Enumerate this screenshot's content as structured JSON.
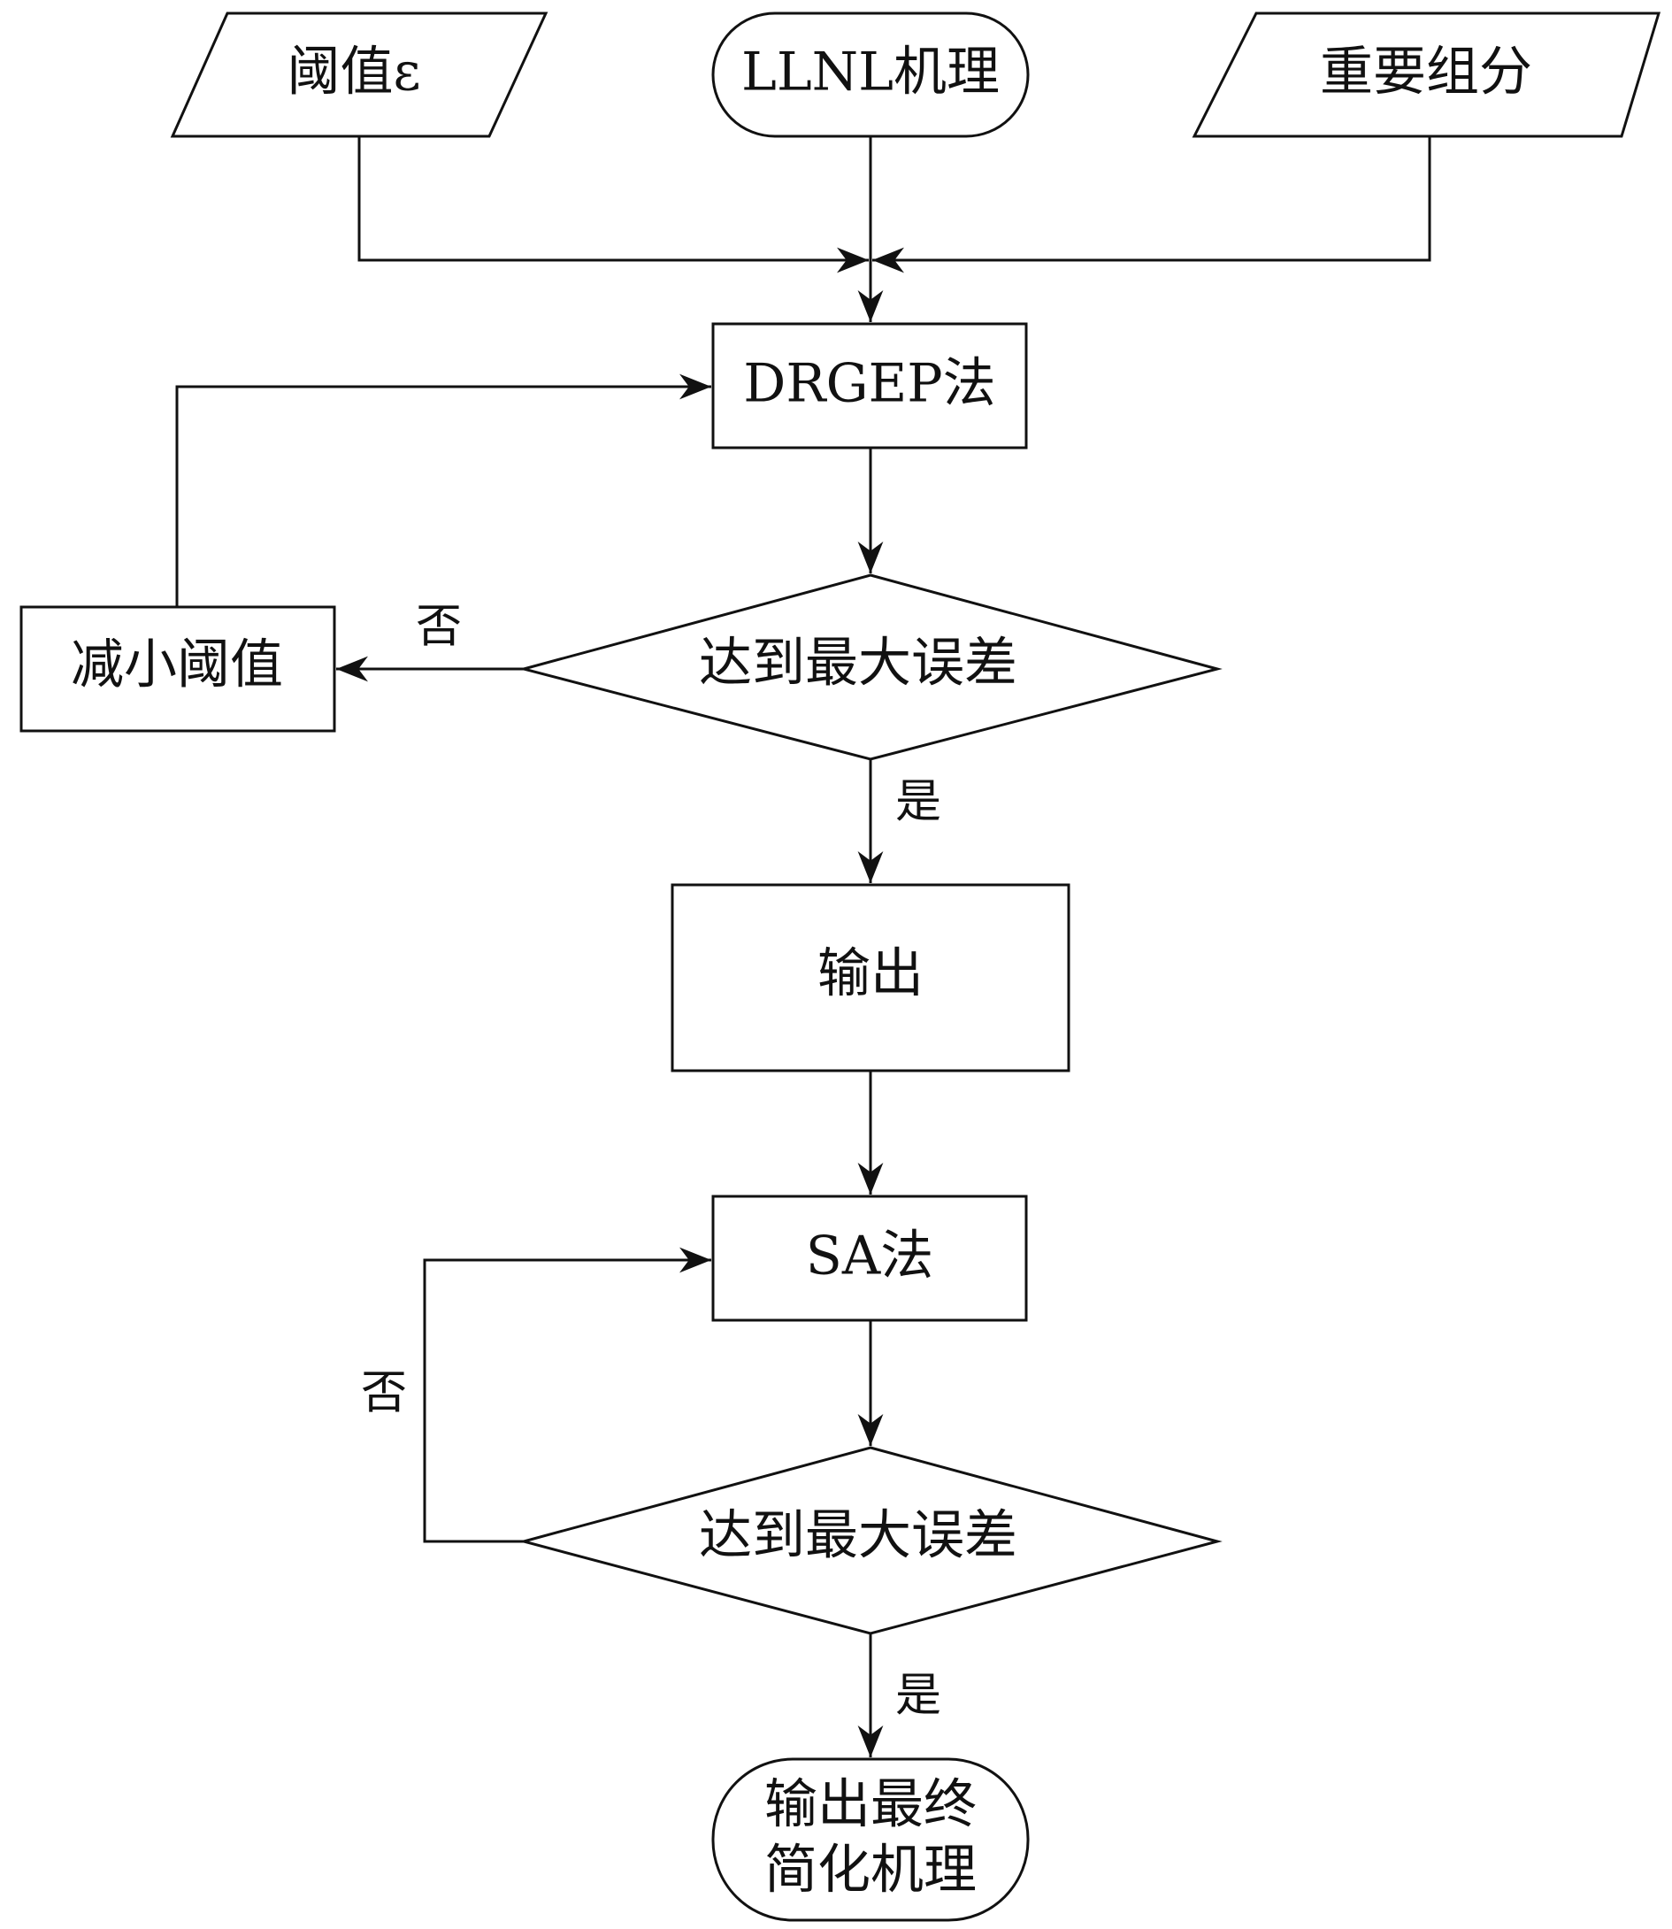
{
  "nodes": {
    "threshold": "阈值ε",
    "mechanism": "LLNL机理",
    "species": "重要组分",
    "drgep": "DRGEP法",
    "decision1": "达到最大误差",
    "reduce": "减小阈值",
    "output": "输出",
    "sa": "SA法",
    "decision2": "达到最大误差",
    "final_line1": "输出最终",
    "final_line2": "简化机理"
  },
  "edges": {
    "no1": "否",
    "yes1": "是",
    "no2": "否",
    "yes2": "是"
  }
}
